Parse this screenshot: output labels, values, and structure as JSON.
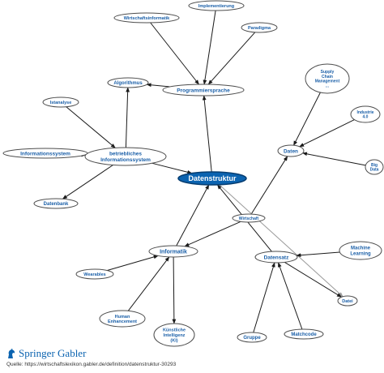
{
  "diagram": {
    "central": {
      "id": "datenstruktur",
      "label": "Datenstruktur"
    },
    "nodes": [
      {
        "id": "wirtschaftsinformatik",
        "label": "Wirtschaftsinformatik"
      },
      {
        "id": "implementierung",
        "label": "Implementierung"
      },
      {
        "id": "paradigma",
        "label": "Paradigma"
      },
      {
        "id": "algorithmus",
        "label": "Algorithmus"
      },
      {
        "id": "programmiersprache",
        "label": "Programmiersprache"
      },
      {
        "id": "istanalyse",
        "label": "Istanalyse"
      },
      {
        "id": "supply-chain-management",
        "label": "Supply Chain Management ..."
      },
      {
        "id": "industrie-4-0",
        "label": "Industrie 4.0"
      },
      {
        "id": "informationssystem",
        "label": "Informationssystem"
      },
      {
        "id": "betriebliches-informationssystem",
        "label": "betriebliches Informationssystem"
      },
      {
        "id": "daten",
        "label": "Daten"
      },
      {
        "id": "big-data",
        "label": "Big Data"
      },
      {
        "id": "datenbank",
        "label": "Datenbank"
      },
      {
        "id": "wirtschaft",
        "label": "Wirtschaft"
      },
      {
        "id": "informatik",
        "label": "Informatik"
      },
      {
        "id": "datensatz",
        "label": "Datensatz"
      },
      {
        "id": "machine-learning",
        "label": "Machine Learning"
      },
      {
        "id": "wearables",
        "label": "Wearables"
      },
      {
        "id": "datei",
        "label": "Datei"
      },
      {
        "id": "human-enhancement",
        "label": "Human Enhancement"
      },
      {
        "id": "kuenstliche-intelligenz",
        "label": "Künstliche Intelligenz (KI)"
      },
      {
        "id": "gruppe",
        "label": "Gruppe"
      },
      {
        "id": "matchcode",
        "label": "Matchcode"
      }
    ],
    "edges": [
      {
        "from": "wirtschaftsinformatik",
        "to": "programmiersprache"
      },
      {
        "from": "implementierung",
        "to": "programmiersprache"
      },
      {
        "from": "paradigma",
        "to": "programmiersprache"
      },
      {
        "from": "programmiersprache",
        "to": "algorithmus"
      },
      {
        "from": "datenstruktur",
        "to": "programmiersprache"
      },
      {
        "from": "betriebliches-informationssystem",
        "to": "algorithmus"
      },
      {
        "from": "istanalyse",
        "to": "betriebliches-informationssystem"
      },
      {
        "from": "informationssystem",
        "to": "betriebliches-informationssystem"
      },
      {
        "from": "betriebliches-informationssystem",
        "to": "datenstruktur"
      },
      {
        "from": "betriebliches-informationssystem",
        "to": "datenbank"
      },
      {
        "from": "supply-chain-management",
        "to": "daten"
      },
      {
        "from": "industrie-4-0",
        "to": "daten"
      },
      {
        "from": "big-data",
        "to": "daten"
      },
      {
        "from": "wirtschaft",
        "to": "daten"
      },
      {
        "from": "informatik",
        "to": "datenstruktur"
      },
      {
        "from": "datensatz",
        "to": "datenstruktur"
      },
      {
        "from": "wirtschaft",
        "to": "informatik"
      },
      {
        "from": "datenstruktur",
        "to": "datei",
        "style": "light"
      },
      {
        "from": "machine-learning",
        "to": "datensatz"
      },
      {
        "from": "datensatz",
        "to": "datei"
      },
      {
        "from": "wearables",
        "to": "informatik"
      },
      {
        "from": "human-enhancement",
        "to": "informatik"
      },
      {
        "from": "informatik",
        "to": "kuenstliche-intelligenz"
      },
      {
        "from": "gruppe",
        "to": "datensatz"
      },
      {
        "from": "matchcode",
        "to": "datensatz"
      }
    ]
  },
  "footer": {
    "brand_springer": "Springer",
    "brand_gabler": "Gabler",
    "source": "Quelle: https://wirtschaftslexikon.gabler.de/definition/datenstruktur-30293"
  },
  "colors": {
    "node_text": "#1a5fa8",
    "central_fill": "#0b63b0",
    "edge": "#1a1a1a",
    "edge_light": "#9a9a9a"
  },
  "icons": {
    "brand_logo": "springer-horse-logo-icon"
  }
}
